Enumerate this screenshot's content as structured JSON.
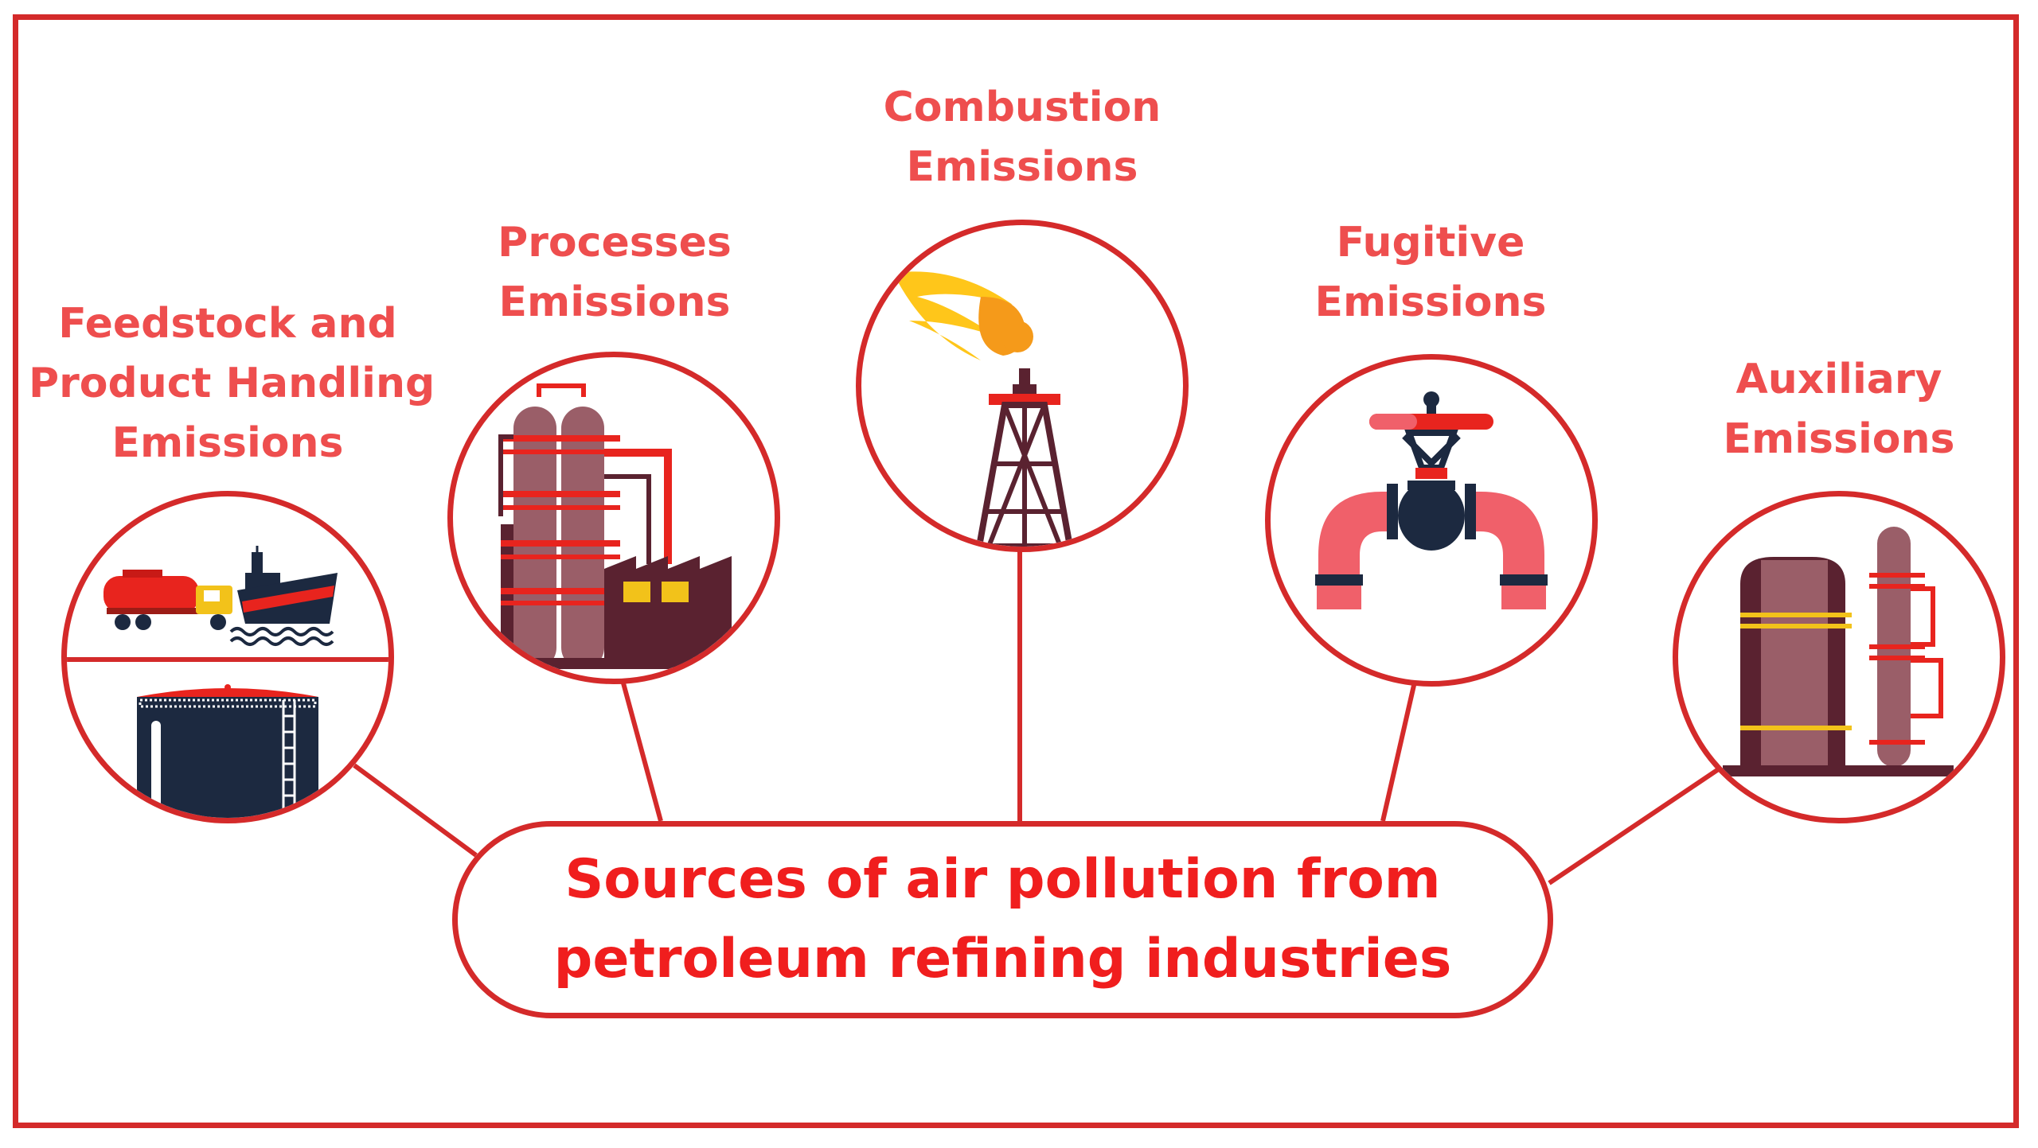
{
  "diagram": {
    "center_title": {
      "line1": "Sources of air pollution from",
      "line2": "petroleum refining industries"
    },
    "sources": [
      {
        "label_lines": [
          "Feedstock and",
          "Product Handling",
          "Emissions"
        ],
        "icon": "tanker-truck-ship-storage-tank-icon"
      },
      {
        "label_lines": [
          "Processes",
          "Emissions"
        ],
        "icon": "distillation-factory-icon"
      },
      {
        "label_lines": [
          "Combustion",
          "Emissions"
        ],
        "icon": "flare-stack-icon"
      },
      {
        "label_lines": [
          "Fugitive",
          "Emissions"
        ],
        "icon": "pipe-valve-icon"
      },
      {
        "label_lines": [
          "Auxiliary",
          "Emissions"
        ],
        "icon": "tank-and-column-icon"
      }
    ]
  },
  "colors": {
    "border": "#d42a2a",
    "label_text": "#ee4e4e",
    "title_text": "#f01e1e",
    "dark_maroon": "#5a2230",
    "mauve": "#9a5e68",
    "navy": "#1c2940",
    "flame_yellow": "#ffc61a",
    "flame_orange": "#f59a1a",
    "pipe_salmon": "#f0606a"
  }
}
